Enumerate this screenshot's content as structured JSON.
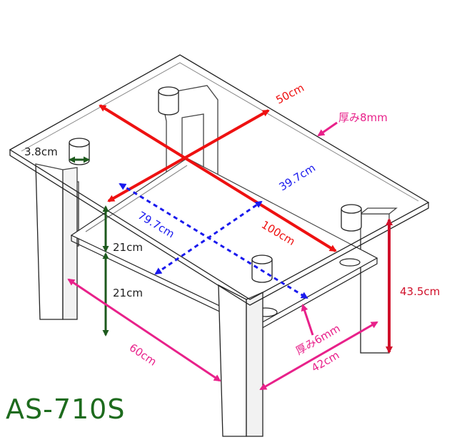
{
  "model": "AS-710S",
  "dimensions": {
    "top_depth": "50cm",
    "top_width": "100cm",
    "inner_depth": "39.7cm",
    "inner_width": "79.7cm",
    "post_diameter": "3.8cm",
    "glass_top_thickness": "厚み8mm",
    "glass_shelf_thickness": "厚み6mm",
    "upper_gap": "21cm",
    "lower_gap": "21cm",
    "height": "43.5cm",
    "base_width": "60cm",
    "base_depth": "42cm"
  },
  "colors": {
    "red": "#ee1111",
    "blue": "#1a1aee",
    "magenta": "#e8218a",
    "dark_green": "#1d5a1d",
    "crimson": "#d0102a"
  }
}
